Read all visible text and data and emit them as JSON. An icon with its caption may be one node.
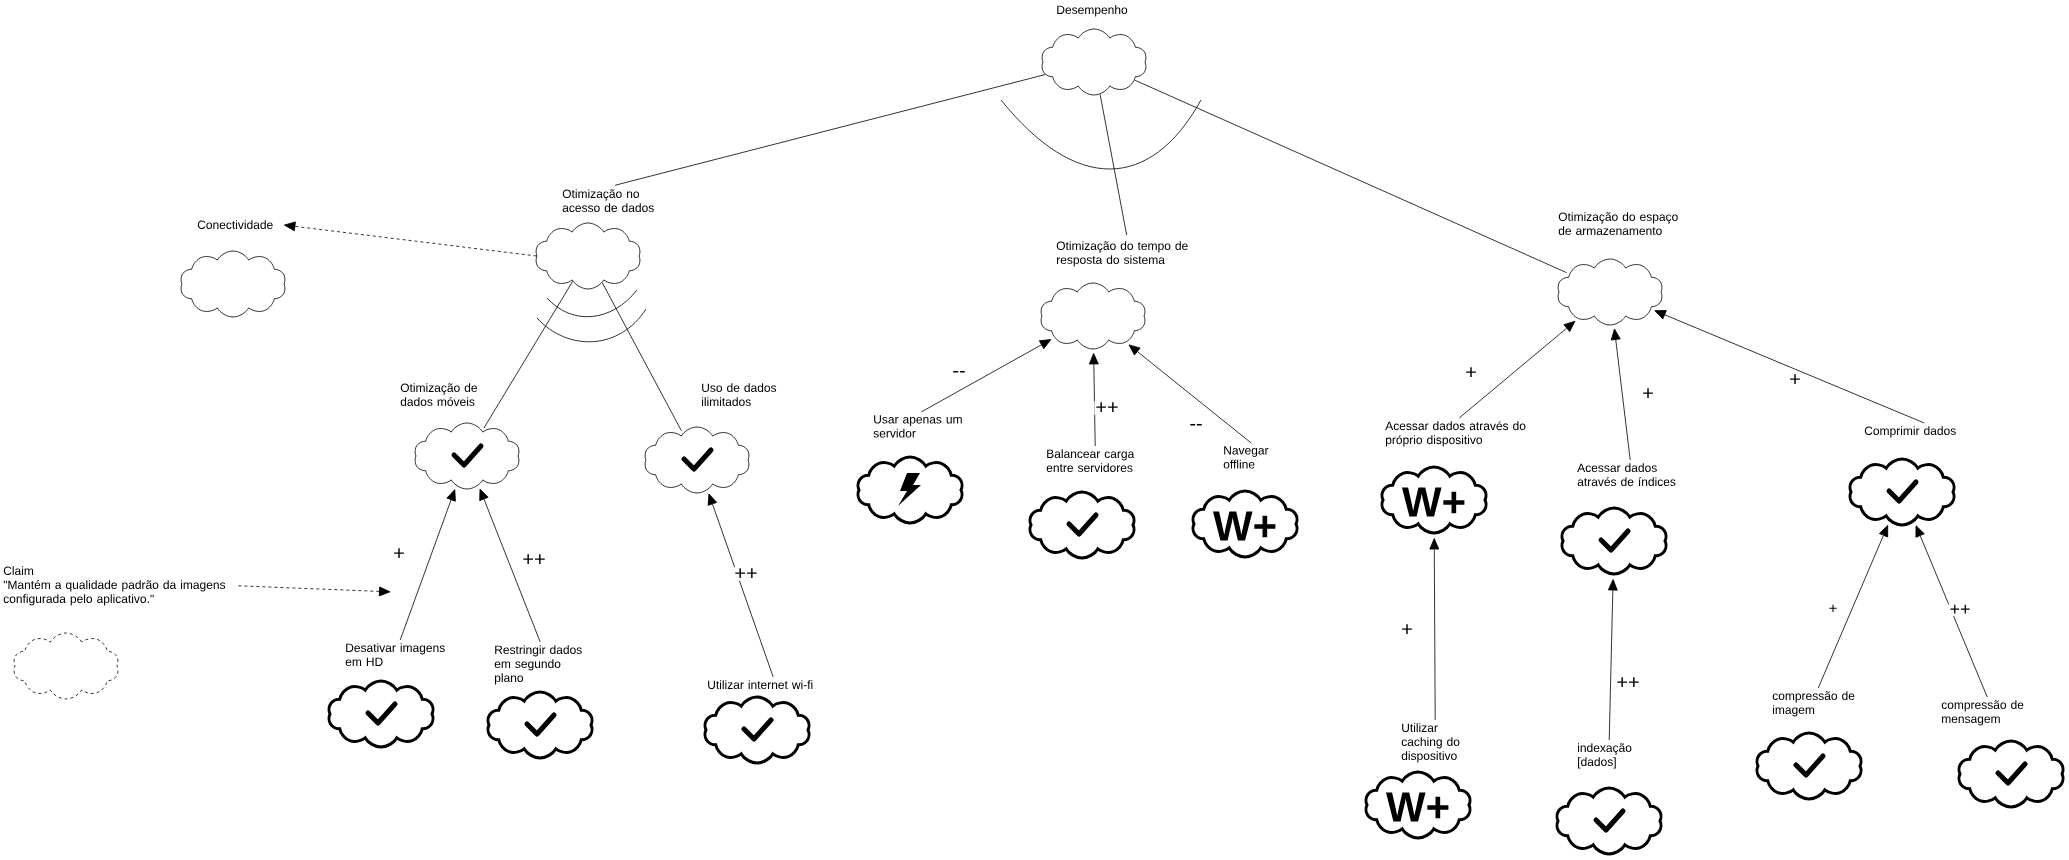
{
  "diagram": {
    "nodes": [
      {
        "text": [
          "Desempenho"
        ]
      },
      {
        "text": [
          "Otimização no acesso de dados"
        ]
      },
      {
        "text": [
          "Conectividade"
        ]
      },
      {
        "text": [
          "Otimização do tempo de resposta do sistema"
        ]
      },
      {
        "text": [
          "Otimização do espaço de armazenamento"
        ]
      },
      {
        "text": [
          "Otimização de dados móveis"
        ]
      },
      {
        "text": [
          "Uso de dados ilimitados"
        ]
      },
      {
        "text": [
          "Usar apenas um servidor"
        ]
      },
      {
        "text": [
          "Balancear carga entre servidores"
        ]
      },
      {
        "text": [
          "Navegar offline",
          "W+"
        ]
      },
      {
        "text": [
          "Acessar dados através do próprio dispositivo",
          "W+"
        ]
      },
      {
        "text": [
          "Acessar dados através de índices"
        ]
      },
      {
        "text": [
          "Comprimir dados"
        ]
      },
      {
        "text": [
          "Claim",
          "\"Mantém a qualidade padrão da imagens configurada pelo aplicativo.\""
        ]
      },
      {
        "text": [
          "Desativar imagens em HD"
        ]
      },
      {
        "text": [
          "Restringir dados em segundo plano"
        ]
      },
      {
        "text": [
          "Utilizar internet wi-fi"
        ]
      },
      {
        "text": [
          "compressão de imagem"
        ]
      },
      {
        "text": [
          "compressão de mensagem"
        ]
      },
      {
        "text": [
          "Utilizar caching do dispositivo",
          "W+"
        ]
      },
      {
        "text": [
          "indexação [dados]"
        ]
      }
    ],
    "edges": [
      {
        "from": 0,
        "to": 1,
        "arrow": "none"
      },
      {
        "from": 0,
        "to": 3,
        "arrow": "none"
      },
      {
        "from": 0,
        "to": 4,
        "arrow": "none"
      },
      {
        "from": 1,
        "to": 2,
        "arrow": "to",
        "style": "dashed"
      },
      {
        "from": 1,
        "to": 5,
        "arrow": "none"
      },
      {
        "from": 1,
        "to": 6,
        "arrow": "none"
      },
      {
        "from": 7,
        "to": 3,
        "arrow": "to",
        "label": "--"
      },
      {
        "from": 8,
        "to": 3,
        "arrow": "to",
        "label": "++"
      },
      {
        "from": 9,
        "to": 3,
        "arrow": "to",
        "label": "--"
      },
      {
        "from": 10,
        "to": 4,
        "arrow": "to",
        "label": "+"
      },
      {
        "from": 11,
        "to": 4,
        "arrow": "to",
        "label": "+"
      },
      {
        "from": 12,
        "to": 4,
        "arrow": "to",
        "label": "+"
      },
      {
        "from": 14,
        "to": 5,
        "arrow": "to",
        "label": "+"
      },
      {
        "from": 15,
        "to": 5,
        "arrow": "to",
        "label": "++"
      },
      {
        "from": 16,
        "to": 6,
        "arrow": "to",
        "label": "++"
      },
      {
        "from": 19,
        "to": 10,
        "arrow": "to",
        "label": "+"
      },
      {
        "from": 20,
        "to": 11,
        "arrow": "to",
        "label": "++"
      },
      {
        "from": 17,
        "to": 12,
        "arrow": "to",
        "label": "+"
      },
      {
        "from": 18,
        "to": 12,
        "arrow": "to",
        "label": "++"
      },
      {
        "from": 13,
        "to": null,
        "arrow": "to",
        "style": "dashed"
      }
    ]
  }
}
